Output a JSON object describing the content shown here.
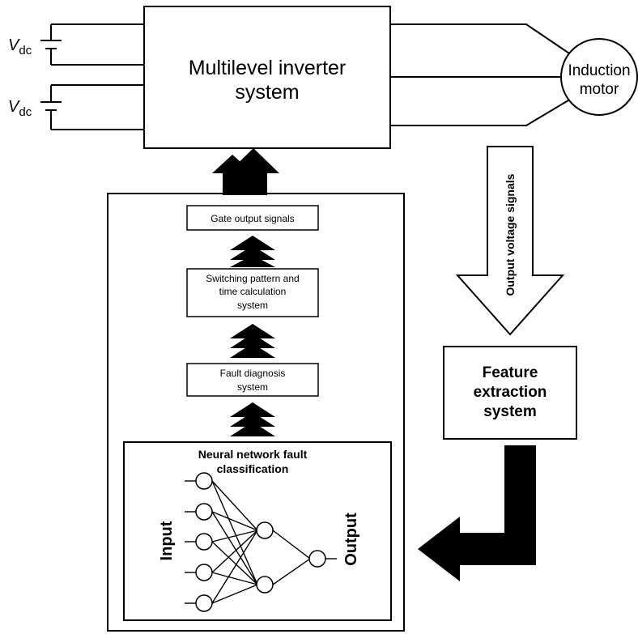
{
  "sources": {
    "vdc_main": "V",
    "vdc_sub": "dc"
  },
  "inverter": {
    "line1": "Multilevel inverter",
    "line2": "system"
  },
  "motor": {
    "line1": "Induction",
    "line2": "motor"
  },
  "output_signal_label": "Output voltage signals",
  "feature": {
    "line1": "Feature",
    "line2": "extraction",
    "line3": "system"
  },
  "controller": {
    "gate": "Gate output signals",
    "switching": {
      "line1": "Switching pattern and",
      "line2": "time calculation",
      "line3": "system"
    },
    "fault": {
      "line1": "Fault diagnosis",
      "line2": "system"
    },
    "nn": {
      "title1": "Neural network fault",
      "title2": "classification",
      "input_label": "Input",
      "output_label": "Output"
    }
  }
}
